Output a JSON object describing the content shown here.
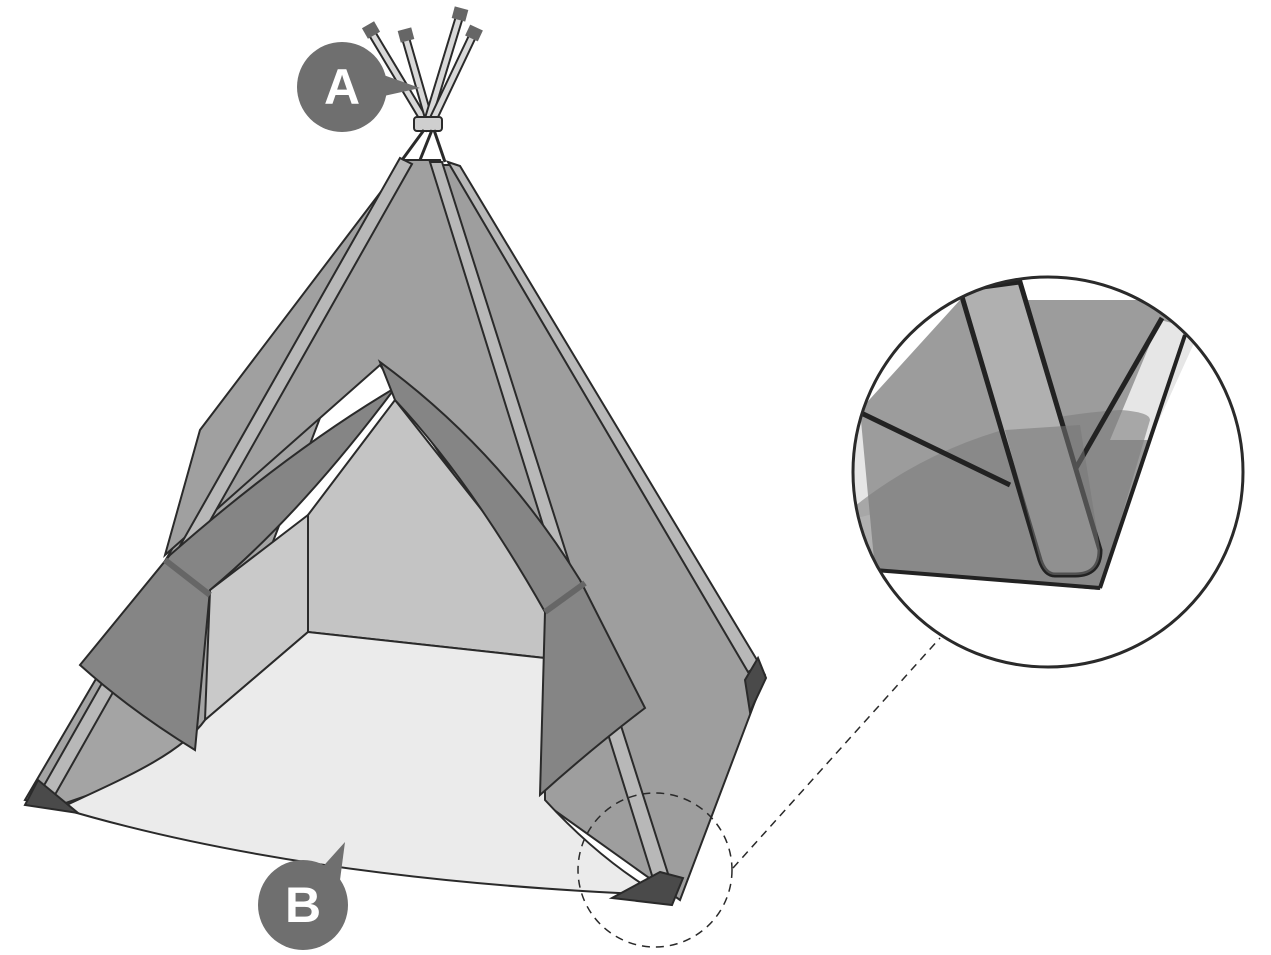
{
  "callouts": [
    {
      "id": "A",
      "label": "A"
    },
    {
      "id": "B",
      "label": "B"
    }
  ],
  "colors": {
    "canvas": "#ffffff",
    "outline": "#2a2a2a",
    "fabric_mid": "#9e9e9e",
    "fabric_dark": "#848484",
    "fabric_inner": "#c4c4c4",
    "pole": "#b8b8b8",
    "floor": "#ebebeb",
    "corner_cap": "#4a4a4a",
    "callout_badge": "#6f6f6f",
    "callout_text": "#ffffff"
  }
}
